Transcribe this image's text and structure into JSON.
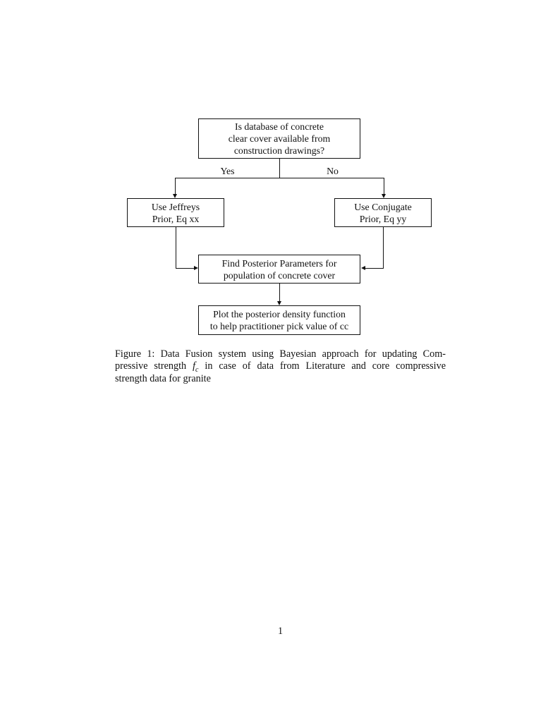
{
  "flowchart": {
    "nodes": {
      "question": {
        "label": "Is database of concrete\nclear cover available from\nconstruction drawings?"
      },
      "jeffreys": {
        "label": "Use Jeffreys\nPrior, Eq xx"
      },
      "conjugate": {
        "label": "Use Conjugate\nPrior, Eq yy"
      },
      "posterior": {
        "label": "Find Posterior Parameters for\npopulation of concrete cover"
      },
      "plot": {
        "label": "Plot the posterior density function\nto help practitioner pick value of cc"
      }
    },
    "edge_labels": {
      "yes": "Yes",
      "no": "No"
    }
  },
  "caption": {
    "line1": "Figure 1: Data Fusion system using Bayesian approach for updating Com-",
    "line2_pre": "pressive strength",
    "math_f": "f",
    "math_sub": "c",
    "line2_post": "in case of data from Literature and core compressive",
    "line3": "strength data for granite"
  },
  "page": {
    "number": "1"
  },
  "colors": {
    "text": "#111111",
    "line": "#111111",
    "background": "#ffffff"
  }
}
